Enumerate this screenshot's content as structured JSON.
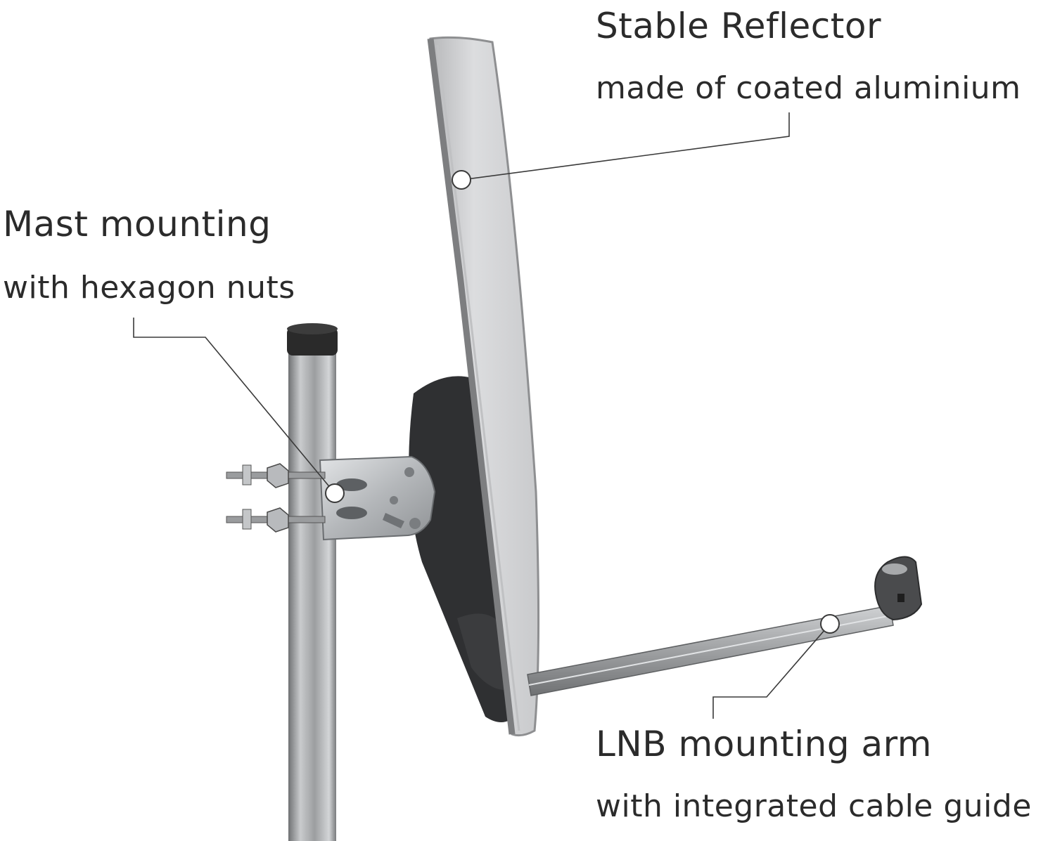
{
  "callouts": {
    "reflector": {
      "title": "Stable Reflector",
      "subtitle": "made of coated aluminium"
    },
    "mast": {
      "title": "Mast mounting",
      "subtitle": "with hexagon nuts"
    },
    "arm": {
      "title": "LNB mounting arm",
      "subtitle": "with integrated cable guide"
    }
  },
  "colors": {
    "text": "#2b2b2b",
    "leader_line": "#3a3a3a",
    "marker_fill": "#ffffff",
    "dish_face": "#d6d7d9",
    "dish_rim": "#8e8f91",
    "bracket_dark": "#2f3032",
    "mast_metal": "#a4a6a8",
    "mast_cap": "#2a2a2a",
    "steel_plate": "#c3c6c9",
    "arm_metal": "#a9abad"
  }
}
